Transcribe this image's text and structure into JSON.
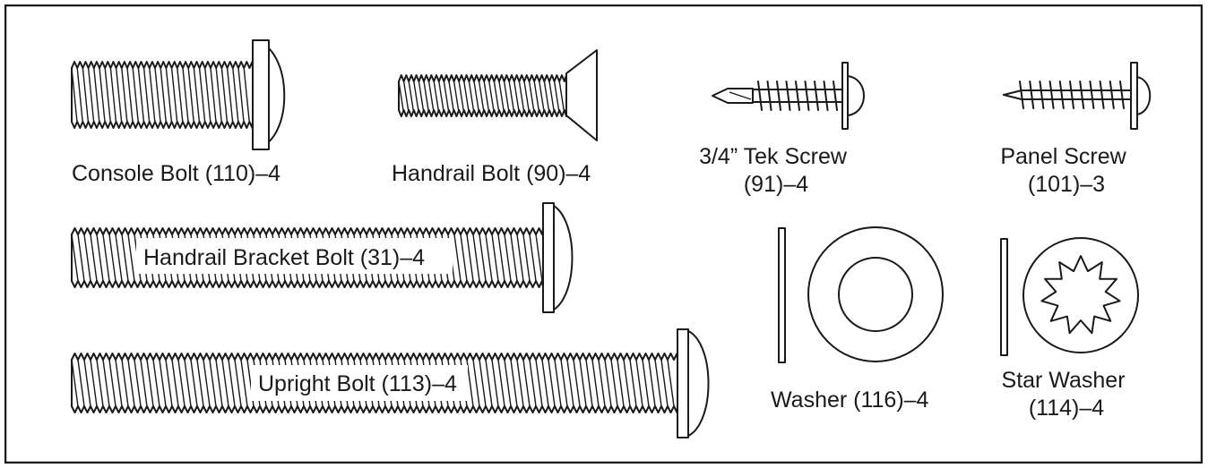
{
  "parts": [
    {
      "id": "console-bolt",
      "label": "Console Bolt (110)–4"
    },
    {
      "id": "handrail-bolt",
      "label": "Handrail Bolt (90)–4"
    },
    {
      "id": "tek-screw",
      "label_lines": [
        "3/4” Tek Screw",
        "(91)–4"
      ]
    },
    {
      "id": "panel-screw",
      "label_lines": [
        "Panel Screw",
        "(101)–3"
      ]
    },
    {
      "id": "handrail-bracket-bolt",
      "label": "Handrail Bracket Bolt (31)–4"
    },
    {
      "id": "washer",
      "label": "Washer (116)–4"
    },
    {
      "id": "star-washer",
      "label_lines": [
        "Star Washer",
        "(114)–4"
      ]
    },
    {
      "id": "upright-bolt",
      "label": "Upright Bolt (113)–4"
    }
  ]
}
